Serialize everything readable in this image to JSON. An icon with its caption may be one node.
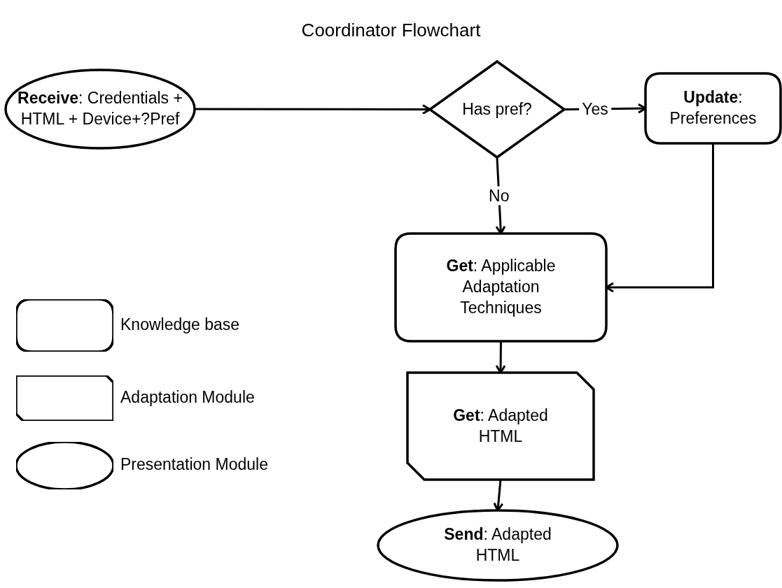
{
  "diagram": {
    "title": "Coordinator Flowchart",
    "nodes": [
      {
        "text": [
          "**Receive**: Credentials + HTML + Device+?Pref"
        ]
      },
      {
        "text": [
          "Has pref?"
        ]
      },
      {
        "text": [
          "**Update**: Preferences"
        ]
      },
      {
        "text": [
          "**Get**: Applicable Adaptation Techniques"
        ]
      },
      {
        "text": [
          "**Get**: Adapted HTML"
        ]
      },
      {
        "text": [
          "**Send**: Adapted HTML"
        ]
      }
    ],
    "edges": [
      {
        "from": 0,
        "to": 1,
        "arrow": "to"
      },
      {
        "from": 1,
        "to": 2,
        "arrow": "to",
        "label": "Yes"
      },
      {
        "from": 1,
        "to": 3,
        "arrow": "to",
        "label": "No"
      },
      {
        "from": 2,
        "to": 3,
        "arrow": "to"
      },
      {
        "from": 3,
        "to": 4,
        "arrow": "to"
      },
      {
        "from": 4,
        "to": 5,
        "arrow": "to"
      }
    ],
    "legend": [
      {
        "text": "Knowledge base"
      },
      {
        "text": "Adaptation Module"
      },
      {
        "text": "Presentation Module"
      }
    ]
  }
}
